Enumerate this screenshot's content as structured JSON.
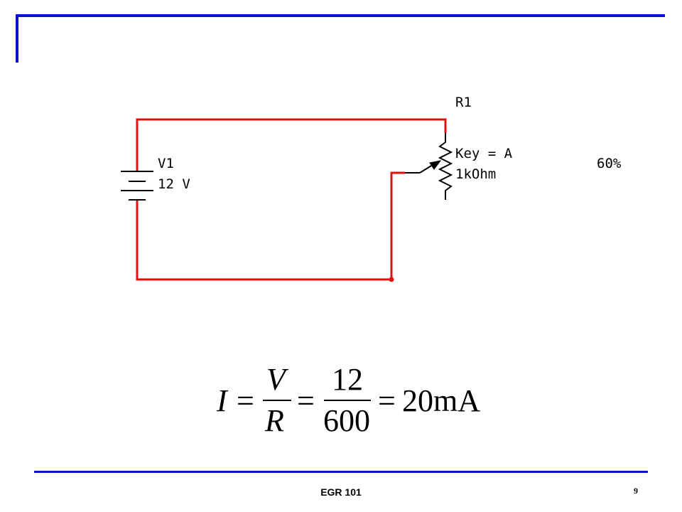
{
  "schematic": {
    "source": {
      "ref": "V1",
      "value": "12 V"
    },
    "potentiometer": {
      "ref": "R1",
      "key": "Key = A",
      "value": "1kOhm",
      "setting": "60%"
    }
  },
  "equation": {
    "lhs": "I",
    "eq1": "=",
    "num1": "V",
    "den1": "R",
    "eq2": "=",
    "num2": "12",
    "den2": "600",
    "eq3": "=",
    "result": "20mA"
  },
  "footer": {
    "title": "EGR 101",
    "page": "9"
  },
  "colors": {
    "accent": "#0a14c8",
    "wire": "#e01010"
  }
}
